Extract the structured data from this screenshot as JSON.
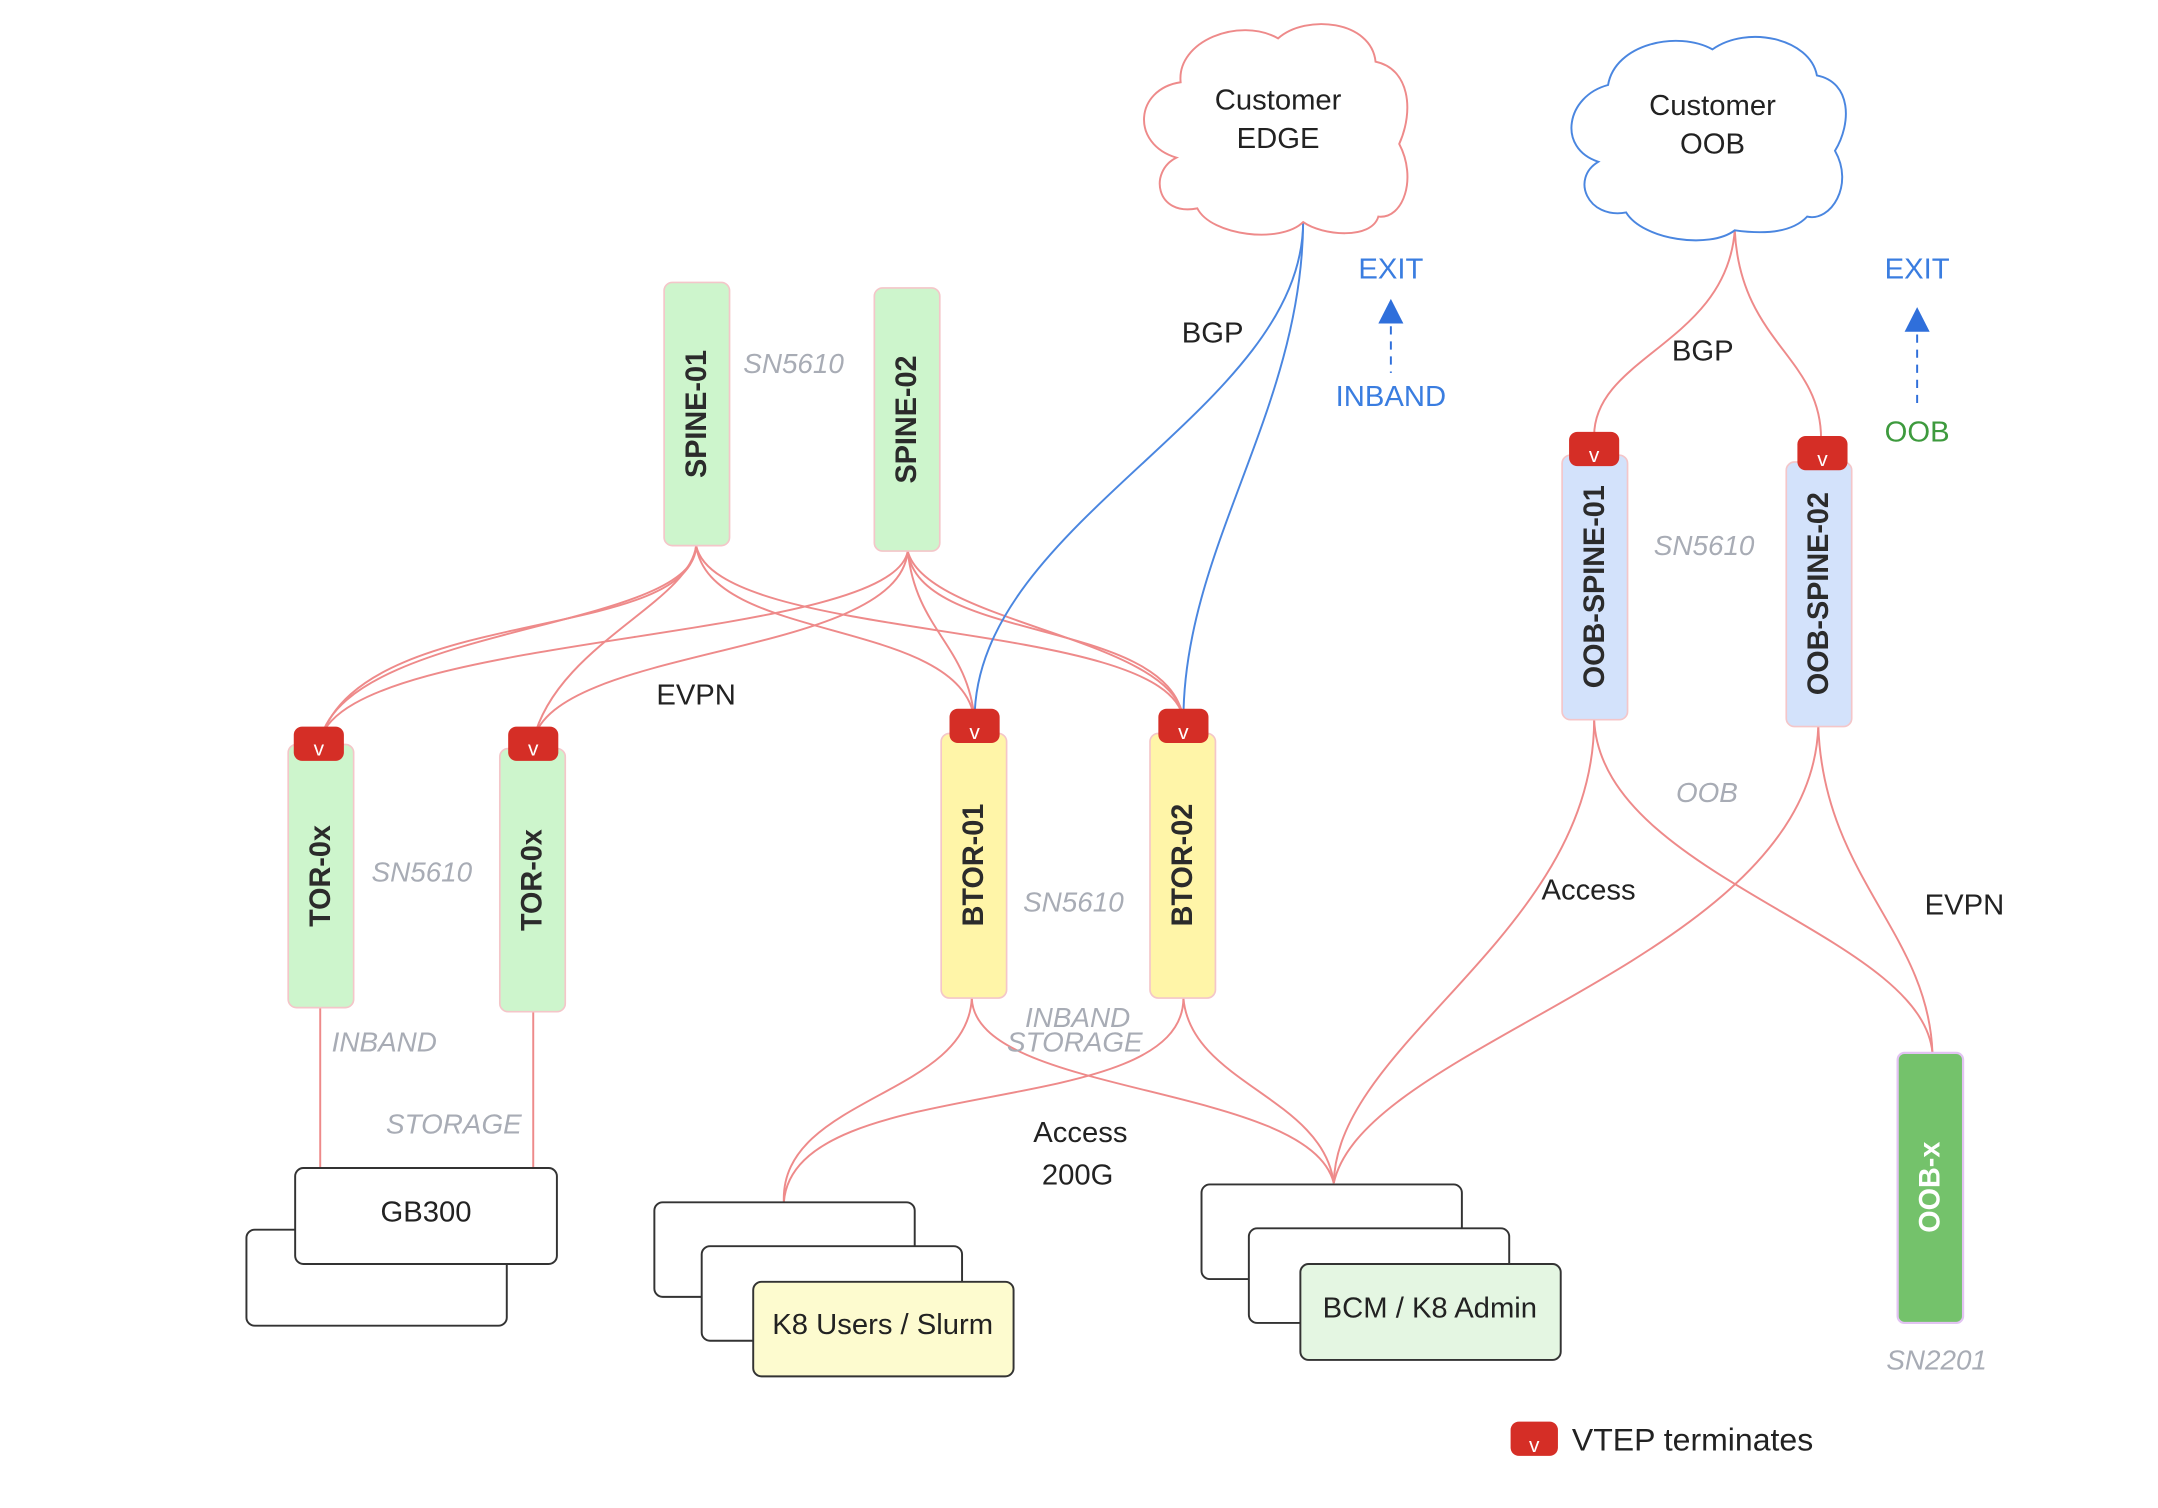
{
  "clouds": {
    "edge": {
      "line1": "Customer",
      "line2": "EDGE",
      "color": "#ee8a8a"
    },
    "oob": {
      "line1": "Customer",
      "line2": "OOB",
      "color": "#4a86e0"
    }
  },
  "exits": {
    "inband": {
      "exit_label": "EXIT",
      "source_label": "INBAND"
    },
    "oob": {
      "exit_label": "EXIT",
      "source_label": "OOB"
    }
  },
  "link_labels": {
    "edge_bgp": "BGP",
    "oob_bgp": "BGP",
    "evpn_fabric": "EVPN",
    "access_200g_line1": "Access",
    "access_200g_line2": "200G",
    "oob_access": "Access",
    "oob_evpn": "EVPN"
  },
  "switches": {
    "spine01": {
      "label": "SPINE-01"
    },
    "spine02": {
      "label": "SPINE-02"
    },
    "tor_a": {
      "label": "TOR-0x"
    },
    "tor_b": {
      "label": "TOR-0x"
    },
    "btor01": {
      "label": "BTOR-01"
    },
    "btor02": {
      "label": "BTOR-02"
    },
    "oob_spine01": {
      "label": "OOB-SPINE-01"
    },
    "oob_spine02": {
      "label": "OOB-SPINE-02"
    },
    "oob_x": {
      "label": "OOB-x"
    }
  },
  "models": {
    "spine": "SN5610",
    "tor": "SN5610",
    "btor": "SN5610",
    "oob_spine": "SN5610",
    "oob_x": "SN2201"
  },
  "network_labels": {
    "tor_inband": "INBAND",
    "tor_storage": "STORAGE",
    "btor_inband": "INBAND",
    "btor_storage": "STORAGE",
    "oob_link": "OOB"
  },
  "servers": {
    "gb300": "GB300",
    "k8_users": "K8 Users / Slurm",
    "bcm_admin": "BCM / K8 Admin"
  },
  "vtep": {
    "marker": "v"
  },
  "legend": {
    "marker": "v",
    "text": "VTEP terminates"
  },
  "colors": {
    "inband_link": "#ee8a8a",
    "bgp_link": "#4a86e0",
    "vtep": "#d52e26",
    "exit_blue": "#3a7de0",
    "oob_green": "#3d9a3d"
  }
}
